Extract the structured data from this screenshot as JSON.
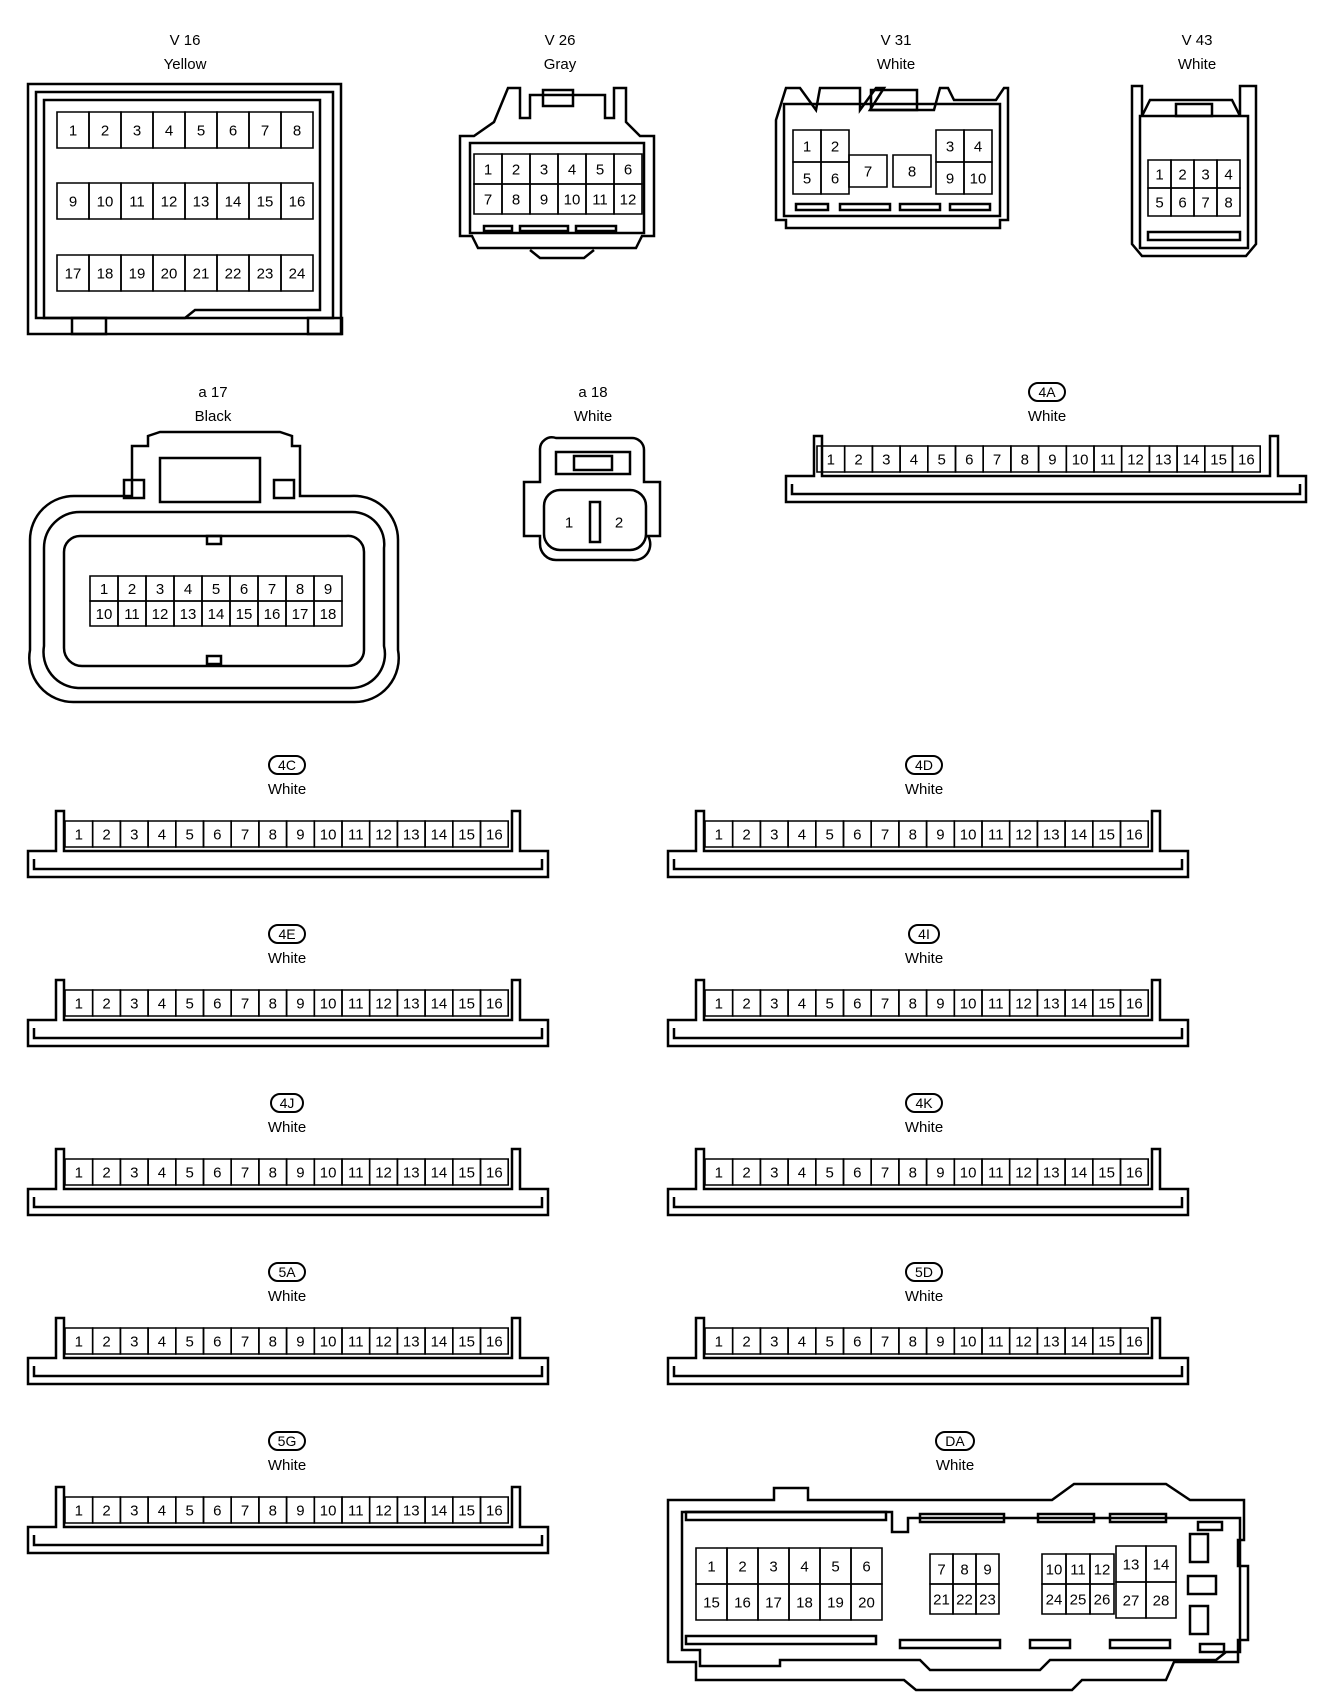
{
  "connectors": {
    "v16": {
      "id": "V 16",
      "color": "Yellow",
      "rows": [
        [
          "1",
          "2",
          "3",
          "4",
          "5",
          "6",
          "7",
          "8"
        ],
        [
          "9",
          "10",
          "11",
          "12",
          "13",
          "14",
          "15",
          "16"
        ],
        [
          "17",
          "18",
          "19",
          "20",
          "21",
          "22",
          "23",
          "24"
        ]
      ]
    },
    "v26": {
      "id": "V 26",
      "color": "Gray",
      "rows": [
        [
          "1",
          "2",
          "3",
          "4",
          "5",
          "6"
        ],
        [
          "7",
          "8",
          "9",
          "10",
          "11",
          "12"
        ]
      ]
    },
    "v31": {
      "id": "V 31",
      "color": "White",
      "pins": [
        "1",
        "2",
        "3",
        "4",
        "5",
        "6",
        "7",
        "8",
        "9",
        "10"
      ]
    },
    "v43": {
      "id": "V 43",
      "color": "White",
      "rows": [
        [
          "1",
          "2",
          "3",
          "4"
        ],
        [
          "5",
          "6",
          "7",
          "8"
        ]
      ]
    },
    "a17": {
      "id": "a 17",
      "color": "Black",
      "rows": [
        [
          "1",
          "2",
          "3",
          "4",
          "5",
          "6",
          "7",
          "8",
          "9"
        ],
        [
          "10",
          "11",
          "12",
          "13",
          "14",
          "15",
          "16",
          "17",
          "18"
        ]
      ]
    },
    "a18": {
      "id": "a 18",
      "color": "White",
      "pins": [
        "1",
        "2"
      ]
    },
    "c4A": {
      "id": "4A",
      "color": "White"
    },
    "c4C": {
      "id": "4C",
      "color": "White"
    },
    "c4D": {
      "id": "4D",
      "color": "White"
    },
    "c4E": {
      "id": "4E",
      "color": "White"
    },
    "c4I": {
      "id": "4I",
      "color": "White"
    },
    "c4J": {
      "id": "4J",
      "color": "White"
    },
    "c4K": {
      "id": "4K",
      "color": "White"
    },
    "c5A": {
      "id": "5A",
      "color": "White"
    },
    "c5D": {
      "id": "5D",
      "color": "White"
    },
    "c5G": {
      "id": "5G",
      "color": "White"
    },
    "cDA": {
      "id": "DA",
      "color": "White",
      "left": [
        [
          "1",
          "2",
          "3",
          "4",
          "5",
          "6"
        ],
        [
          "15",
          "16",
          "17",
          "18",
          "19",
          "20"
        ]
      ],
      "mid": [
        [
          "7",
          "8",
          "9"
        ],
        [
          "21",
          "22",
          "23"
        ]
      ],
      "right": [
        [
          "10",
          "11",
          "12"
        ],
        [
          "24",
          "25",
          "26"
        ]
      ],
      "right2": [
        [
          "13",
          "14"
        ],
        [
          "27",
          "28"
        ]
      ]
    }
  },
  "strip_pins": [
    "1",
    "2",
    "3",
    "4",
    "5",
    "6",
    "7",
    "8",
    "9",
    "10",
    "11",
    "12",
    "13",
    "14",
    "15",
    "16"
  ]
}
